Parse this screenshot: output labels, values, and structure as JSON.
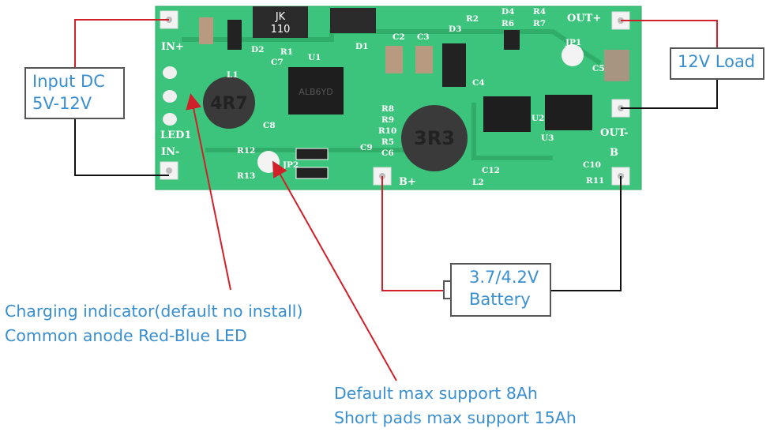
{
  "input_box": {
    "line1": "Input DC",
    "line2": "5V-12V"
  },
  "load_box": {
    "label": "12V Load"
  },
  "battery_box": {
    "line1": "3.7/4.2V",
    "line2": "Battery"
  },
  "led_note": {
    "line1": "Charging indicator(default no install)",
    "line2": "Common anode Red-Blue LED"
  },
  "jumper_note": {
    "line1": "Default max support 8Ah",
    "line2": "Short pads max support 15Ah"
  },
  "board": {
    "pads": {
      "in_plus": "IN+",
      "in_minus": "IN-",
      "out_plus": "OUT+",
      "out_minus": "OUT-",
      "b_plus": "B+",
      "b_minus": "B",
      "led": "LED1"
    },
    "r1_marking": [
      "JK",
      "110"
    ],
    "u1_marking": "ALB6YD",
    "l1_marking": "4R7",
    "l2_marking": "3R3",
    "refs": [
      "D1",
      "D2",
      "D3",
      "D4",
      "R1",
      "R2",
      "R4",
      "R6",
      "R7",
      "R8",
      "R9",
      "R10",
      "R5",
      "C6",
      "R11",
      "R12",
      "R13",
      "C5",
      "C7",
      "C8",
      "C9",
      "C10",
      "C12",
      "U1",
      "U2",
      "U3",
      "L1",
      "L2",
      "JP1",
      "JP2",
      "C2",
      "C3",
      "C4"
    ]
  },
  "colors": {
    "board": "#3cc47c",
    "wire_positive": "#d0202a",
    "wire_negative": "#111111",
    "annotation_text": "#3a8fd0",
    "arrow": "#d0202a"
  }
}
